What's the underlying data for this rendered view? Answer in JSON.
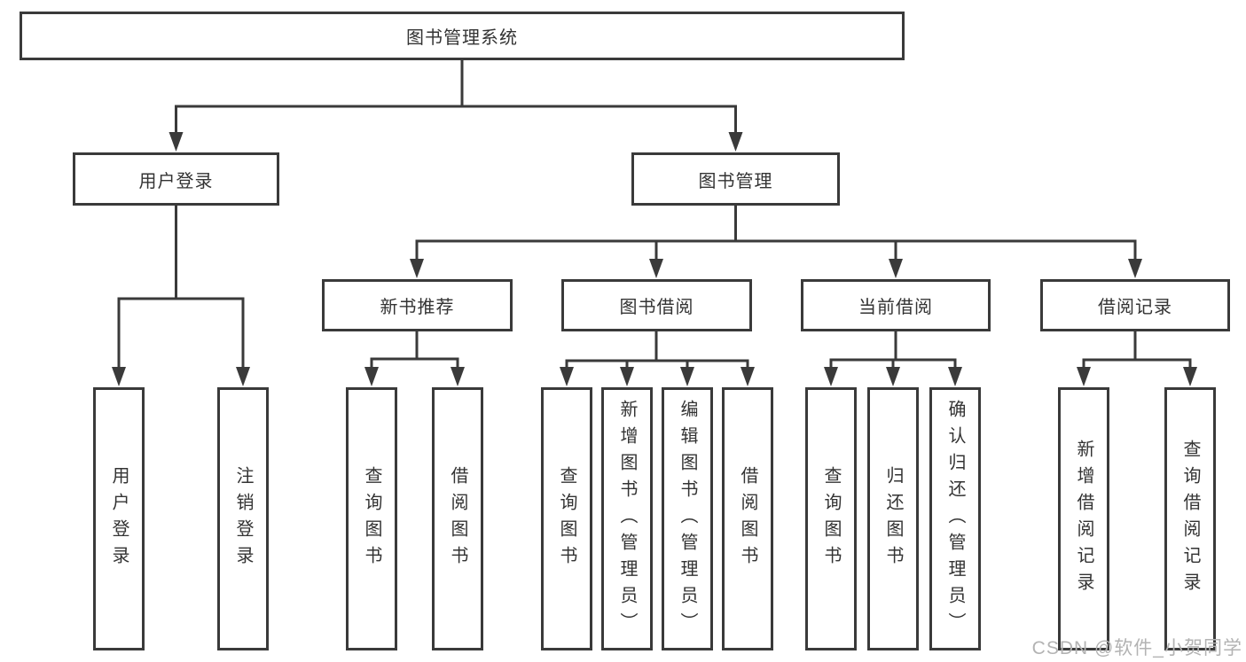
{
  "diagram": {
    "root": {
      "label": "图书管理系统"
    },
    "branches": [
      {
        "label": "用户登录",
        "children": [
          {
            "label": "用户登录"
          },
          {
            "label": "注销登录"
          }
        ]
      },
      {
        "label": "图书管理",
        "children": [
          {
            "label": "新书推荐",
            "children": [
              {
                "label": "查询图书"
              },
              {
                "label": "借阅图书"
              }
            ]
          },
          {
            "label": "图书借阅",
            "children": [
              {
                "label": "查询图书"
              },
              {
                "label": "新增图书（管理员）"
              },
              {
                "label": "编辑图书（管理员）"
              },
              {
                "label": "借阅图书"
              }
            ]
          },
          {
            "label": "当前借阅",
            "children": [
              {
                "label": "查询图书"
              },
              {
                "label": "归还图书"
              },
              {
                "label": "确认归还（管理员）"
              }
            ]
          },
          {
            "label": "借阅记录",
            "children": [
              {
                "label": "新增借阅记录"
              },
              {
                "label": "查询借阅记录"
              }
            ]
          }
        ]
      }
    ]
  },
  "watermark": "CSDN @软件_小贺同学",
  "colors": {
    "line": "#3a3a3a",
    "border": "#3a3a3a",
    "text": "#333333",
    "background": "#ffffff",
    "watermark": "#b3b3b3"
  }
}
